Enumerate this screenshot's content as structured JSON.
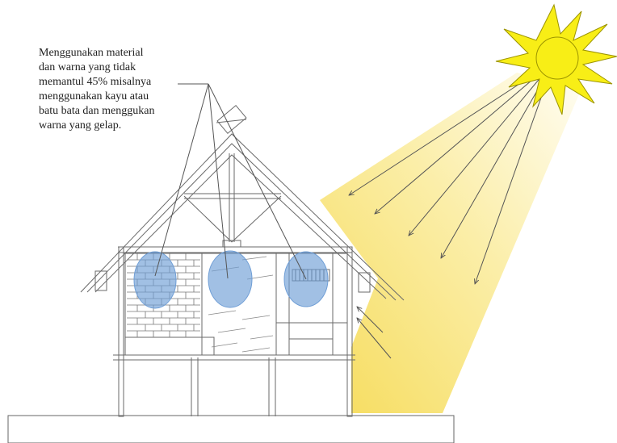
{
  "annotation": {
    "lines": [
      "Menggunakan material",
      "dan warna yang tidak",
      "memantul 45% misalnya",
      "menggunakan kayu atau",
      "batu bata dan menggukan",
      "warna yang gelap."
    ]
  },
  "colors": {
    "sun_fill": "#f7ef1a",
    "sun_stroke": "#9a9300",
    "beam_start": "#f5df6a",
    "beam_end": "#fffdf0",
    "highlight": "#7fa9d9",
    "line": "#6a6a6a"
  },
  "icons": {
    "sun": "sun-icon",
    "rays": "arrow-icon"
  }
}
